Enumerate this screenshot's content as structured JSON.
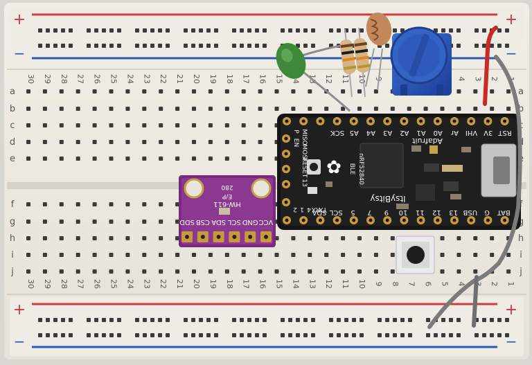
{
  "breadboard": {
    "rail_plus": "+",
    "rail_minus": "−",
    "rows_top": [
      "a",
      "b",
      "c",
      "d",
      "e"
    ],
    "rows_bottom": [
      "f",
      "g",
      "h",
      "i",
      "j"
    ],
    "col_numbers": [
      "30",
      "29",
      "28",
      "27",
      "26",
      "25",
      "24",
      "23",
      "22",
      "21",
      "20",
      "19",
      "18",
      "17",
      "16",
      "15",
      "14",
      "13",
      "12",
      "11",
      "10",
      "9",
      "8",
      "7",
      "6",
      "5",
      "4",
      "3",
      "2",
      "1"
    ],
    "colors": {
      "red_rail": "#d7383f",
      "blue_rail": "#2c58b5",
      "board": "#efece4"
    }
  },
  "microcontroller": {
    "brand": "Adafruit",
    "model": "ItsyBitsy",
    "variant": "nRF52840",
    "side_note": "BLE",
    "top_pins": [
      "SCK",
      "A5",
      "A4",
      "A3",
      "A2",
      "A1",
      "A0",
      "Ar",
      "VHI",
      "3V",
      "RST"
    ],
    "left_pins": [
      "MISO",
      "MOSI",
      "RESET",
      "13"
    ],
    "bottom_pins": [
      "SDA",
      "SCL",
      "5",
      "7",
      "9",
      "10",
      "11",
      "12",
      "13",
      "USB",
      "G",
      "BAT"
    ],
    "left_edge": [
      "P",
      "EN"
    ],
    "pin_row_labels": [
      "2",
      "1",
      "4",
      "RX",
      "TX"
    ]
  },
  "sensor": {
    "model": "HW-611",
    "part": "280",
    "sub": "E/P",
    "pins": [
      "SDD",
      "CSB",
      "SDA",
      "SCL",
      "GND",
      "VCC"
    ]
  },
  "ui": {
    "side_button_glyph": "‹"
  }
}
